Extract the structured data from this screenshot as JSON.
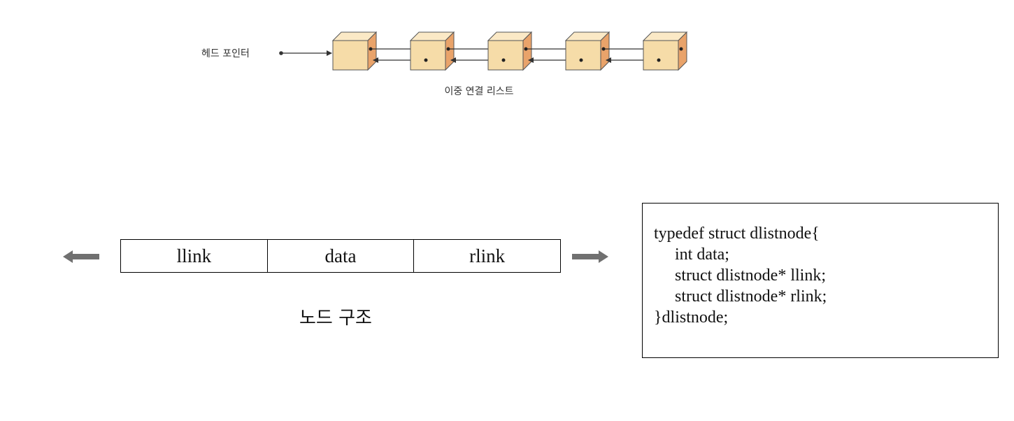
{
  "diagram": {
    "head_pointer_label": "헤드 포인터",
    "caption": "이중 연결 리스트",
    "node_count": 5,
    "colors": {
      "node_front": "#f6dca8",
      "node_top": "#fbe9c6",
      "node_side": "#e9a36a",
      "node_stroke": "#555555",
      "arrow": "#333333"
    }
  },
  "node_structure": {
    "fields": [
      "llink",
      "data",
      "rlink"
    ],
    "caption": "노드 구조",
    "arrow_color": "#707070"
  },
  "code": {
    "lines": [
      "typedef struct dlistnode{",
      "     int data;",
      "     struct dlistnode* llink;",
      "     struct dlistnode* rlink;",
      "}dlistnode;"
    ]
  }
}
